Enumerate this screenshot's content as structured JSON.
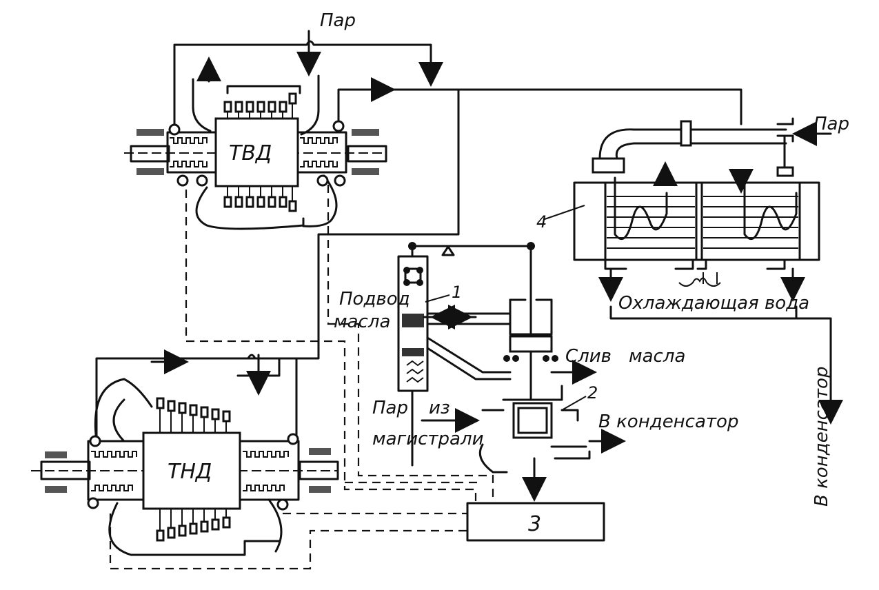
{
  "labels": {
    "steam_top": "Пар",
    "steam_right": "Пар",
    "hp_turbine": "ТВД",
    "lp_turbine": "ТНД",
    "oil_supply_1": "Подвод",
    "oil_supply_2": "масла",
    "oil_drain_1": "Слив",
    "oil_drain_2": "масла",
    "steam_from_1": "Пар",
    "steam_from_2": "из",
    "steam_from_3": "магистрали",
    "to_condenser": "В конденсатор",
    "to_condenser_vertical": "В конденсатор",
    "cooling_water": "Охлаждающая вода",
    "n1": "1",
    "n2": "2",
    "n3": "3",
    "n4": "4"
  }
}
